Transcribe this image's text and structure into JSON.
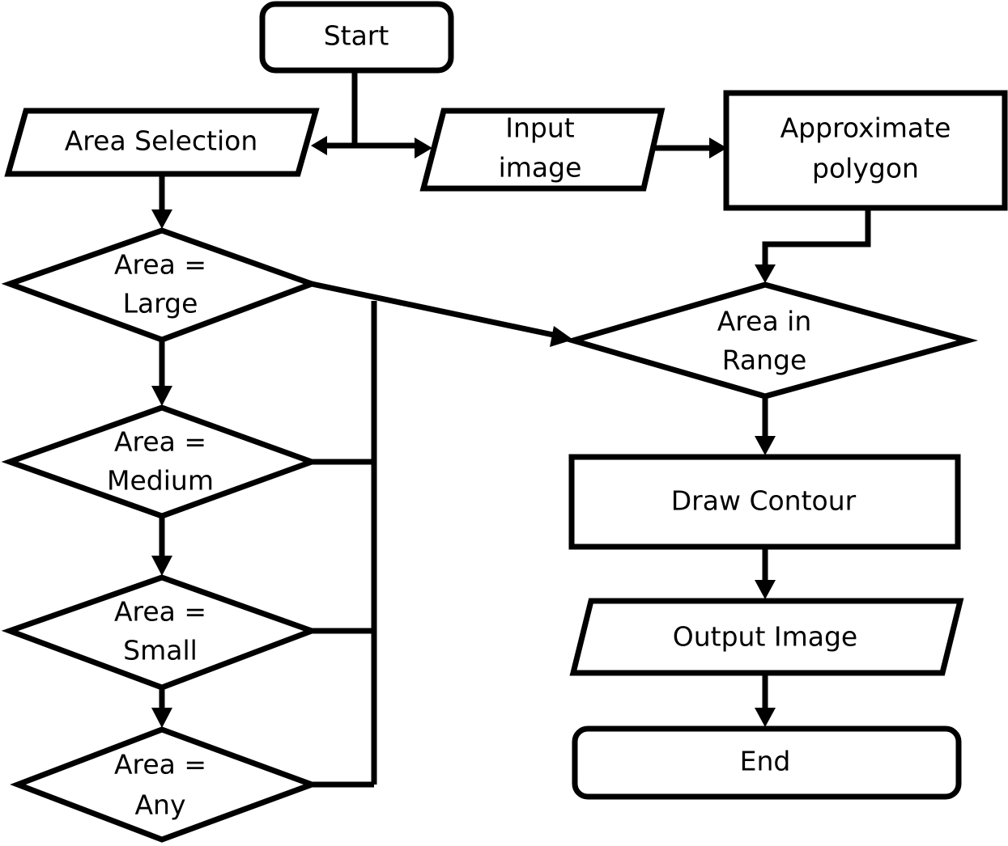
{
  "nodes": {
    "start": {
      "label": "Start"
    },
    "area_selection": {
      "label": "Area Selection"
    },
    "input_image": {
      "lines": [
        "Input",
        "image"
      ]
    },
    "approximate_polygon": {
      "lines": [
        "Approximate",
        "polygon"
      ]
    },
    "area_large": {
      "lines": [
        "Area =",
        "Large"
      ]
    },
    "area_medium": {
      "lines": [
        "Area =",
        "Medium"
      ]
    },
    "area_small": {
      "lines": [
        "Area =",
        "Small"
      ]
    },
    "area_any": {
      "lines": [
        "Area =",
        "Any"
      ]
    },
    "area_in_range": {
      "lines": [
        "Area in",
        "Range"
      ]
    },
    "draw_contour": {
      "label": "Draw Contour"
    },
    "output_image": {
      "label": "Output Image"
    },
    "end": {
      "label": "End"
    }
  }
}
